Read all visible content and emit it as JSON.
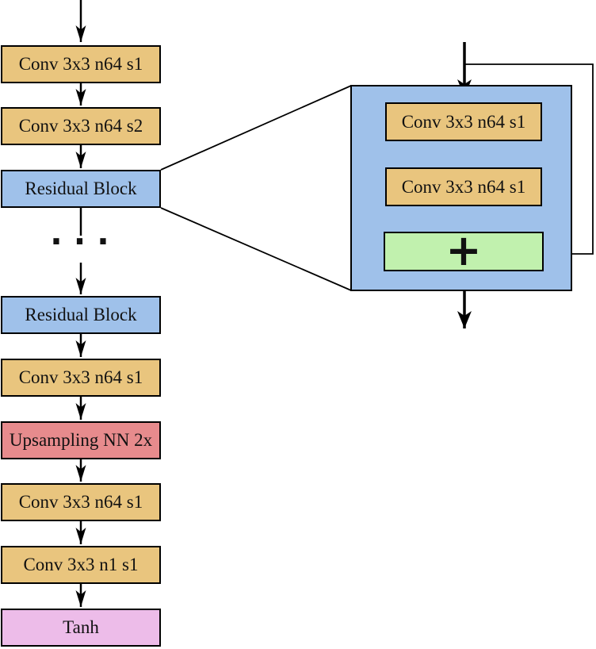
{
  "diagram": {
    "description": "Generator network architecture with residual blocks and zoomed residual block detail",
    "left_column": [
      {
        "label": "Conv 3x3 n64 s1",
        "type": "conv"
      },
      {
        "label": "Conv 3x3 n64 s2",
        "type": "conv"
      },
      {
        "label": "Residual Block",
        "type": "residual"
      },
      {
        "label": "...",
        "type": "ellipsis"
      },
      {
        "label": "Residual Block",
        "type": "residual"
      },
      {
        "label": "Conv 3x3 n64 s1",
        "type": "conv"
      },
      {
        "label": "Upsampling NN 2x",
        "type": "upsampling"
      },
      {
        "label": "Conv 3x3 n64 s1",
        "type": "conv"
      },
      {
        "label": "Conv 3x3 n1 s1",
        "type": "conv"
      },
      {
        "label": "Tanh",
        "type": "activation"
      }
    ],
    "residual_block_detail": {
      "blocks": [
        {
          "label": "Conv 3x3 n64 s1",
          "type": "conv"
        },
        {
          "label": "Conv 3x3 n64 s1",
          "type": "conv"
        },
        {
          "label": "+",
          "type": "add"
        }
      ]
    },
    "colors": {
      "conv": "#e9c57e",
      "residual": "#9fc1ea",
      "upsampling": "#e78b8d",
      "activation": "#edbce9",
      "add": "#c1f1ae",
      "line": "#000000",
      "background": "#ffffff"
    }
  }
}
